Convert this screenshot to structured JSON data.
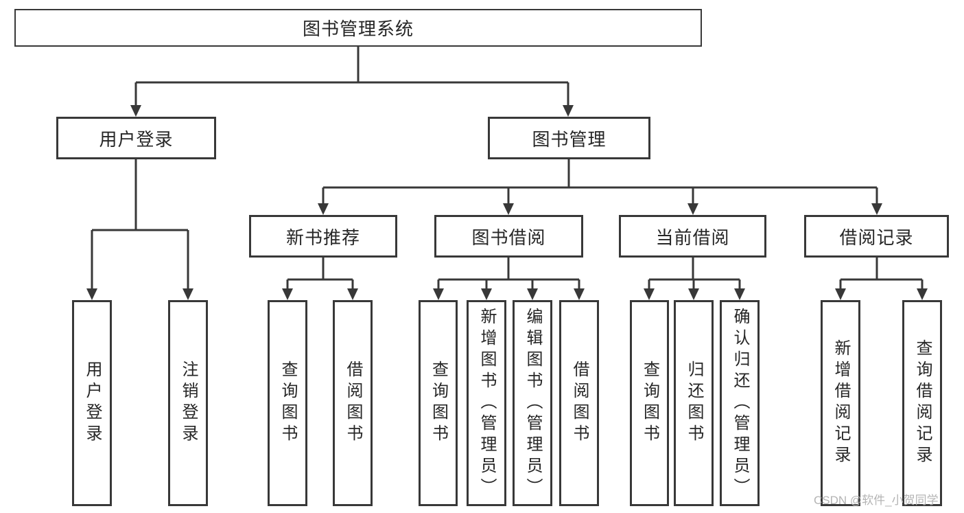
{
  "colors": {
    "line": "#383838",
    "text": "#262626",
    "watermark": "#b4b4b4",
    "background": "#ffffff"
  },
  "tree": {
    "label": "图书管理系统",
    "children": [
      {
        "label": "用户登录",
        "children": [
          {
            "label": "用户登录"
          },
          {
            "label": "注销登录"
          }
        ]
      },
      {
        "label": "图书管理",
        "children": [
          {
            "label": "新书推荐",
            "children": [
              {
                "label": "查询图书"
              },
              {
                "label": "借阅图书"
              }
            ]
          },
          {
            "label": "图书借阅",
            "children": [
              {
                "label": "查询图书"
              },
              {
                "label": "新增图书（管理员）"
              },
              {
                "label": "编辑图书（管理员）"
              },
              {
                "label": "借阅图书"
              }
            ]
          },
          {
            "label": "当前借阅",
            "children": [
              {
                "label": "查询图书"
              },
              {
                "label": "归还图书"
              },
              {
                "label": "确认归还（管理员）"
              }
            ]
          },
          {
            "label": "借阅记录",
            "children": [
              {
                "label": "新增借阅记录"
              },
              {
                "label": "查询借阅记录"
              }
            ]
          }
        ]
      }
    ]
  },
  "watermark": {
    "text": "CSDN @软件_小贺同学"
  }
}
